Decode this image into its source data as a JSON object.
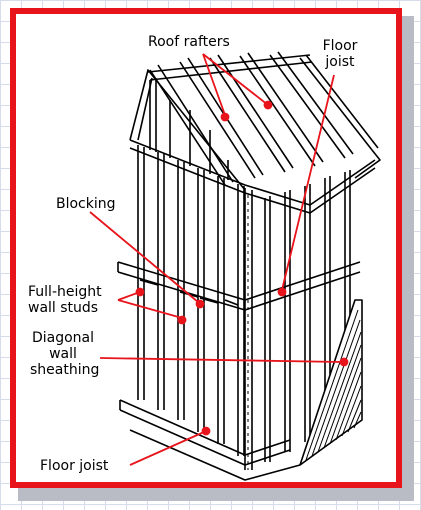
{
  "labels": {
    "roof_rafters": "Roof rafters",
    "floor_joist_top_line1": "Floor",
    "floor_joist_top_line2": "joist",
    "blocking": "Blocking",
    "full_height_line1": "Full-height",
    "full_height_line2": "wall studs",
    "diagonal_line1": "Diagonal",
    "diagonal_line2": "wall",
    "diagonal_line3": "sheathing",
    "floor_joist_bottom": "Floor joist"
  },
  "colors": {
    "frame_border": "#e8141b",
    "leader_line": "#e8141b",
    "leader_dot": "#e8141b",
    "line_art": "#000000",
    "grid": "#d6dcea"
  }
}
